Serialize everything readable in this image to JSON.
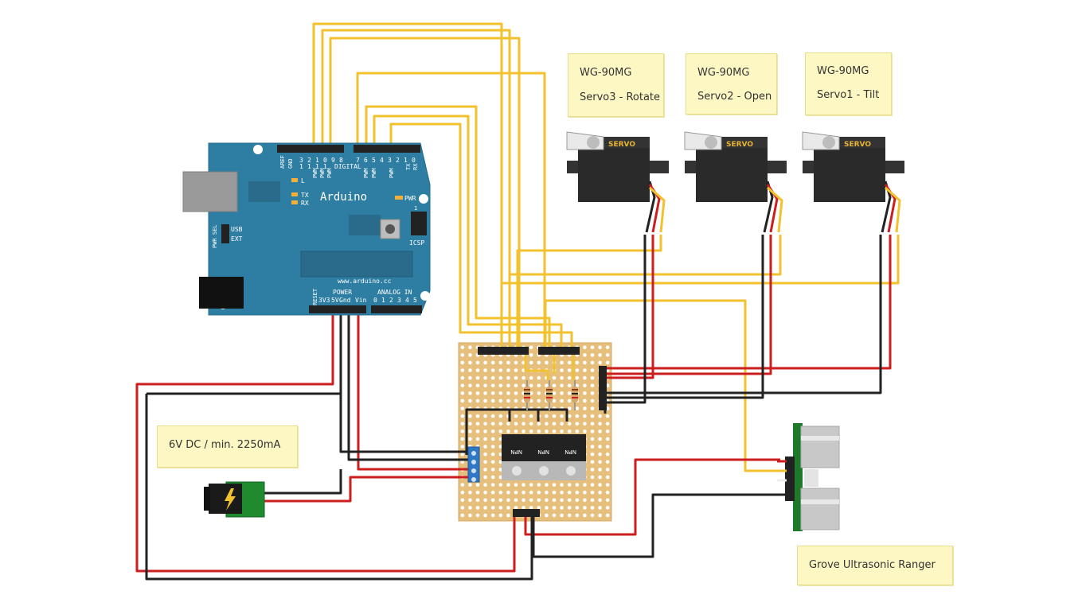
{
  "arduino": {
    "brand": "Arduino",
    "url": "www.arduino.cc",
    "labels": {
      "aref": "AREF",
      "gnd": "GND",
      "digital": "DIGITAL",
      "pins_top_hi": [
        "1",
        "1",
        "1",
        "1"
      ],
      "pins_top_lo": [
        "3",
        "2",
        "1",
        "0",
        "9",
        "8"
      ],
      "pins_top_right": [
        "7",
        "6",
        "5",
        "4",
        "3",
        "2",
        "1",
        "0"
      ],
      "pwm": "PWM",
      "tx": "TX",
      "rx": "RX",
      "led_l": "L",
      "led_tx": "TX",
      "led_rx": "RX",
      "pwr": "PWR",
      "icsp": "ICSP",
      "icsp_pin1": "1",
      "pwr_sel": "PWR SEL",
      "usb": "USB",
      "ext": "EXT",
      "reset": "RESET",
      "v33": "3V3",
      "v5": "5V",
      "gnd2": "Gnd",
      "vin": "Vin",
      "power": "POWER",
      "analog_in": "ANALOG IN",
      "analog_pins": [
        "0",
        "1",
        "2",
        "3",
        "4",
        "5"
      ]
    }
  },
  "servos": [
    {
      "model": "WG-90MG",
      "role": "Servo3 - Rotate",
      "body_label": "SERVO"
    },
    {
      "model": "WG-90MG",
      "role": "Servo2 - Open",
      "body_label": "SERVO"
    },
    {
      "model": "WG-90MG",
      "role": "Servo1 - Tilt",
      "body_label": "SERVO"
    }
  ],
  "power": {
    "label": "6V DC / min. 2250mA"
  },
  "sensor": {
    "label": "Grove Ultrasonic Ranger"
  },
  "transistor_label": "NPN",
  "colors": {
    "wire_red": "#cc1e1e",
    "wire_black": "#222222",
    "wire_yellow": "#f2c12e",
    "arduino_board": "#2e7ea3",
    "perfboard": "#e6bf7c",
    "note": "#fdf7c3",
    "servo_body": "#2a2a2a",
    "servo_label": "#e8b434",
    "sensor_pcb": "#1e7a2a"
  }
}
